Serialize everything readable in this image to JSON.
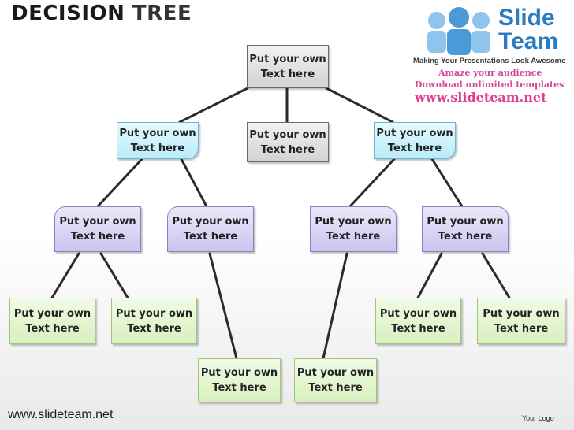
{
  "title": {
    "part1": "DECISION",
    "part2": "TREE"
  },
  "logo": {
    "brand_line1": "Slide",
    "brand_line2": "Team",
    "tagline": "Making Your Presentations Look Awesome",
    "line1": "Amaze your audience",
    "line2": "Download unlimited templates",
    "url": "www.slideteam.net"
  },
  "nodes": {
    "root": "Put your own\nText here",
    "mid_left": "Put your own\nText here",
    "mid_center": "Put your own\nText here",
    "mid_right": "Put your own\nText here",
    "l3_1": "Put your own\nText here",
    "l3_2": "Put your own\nText here",
    "l3_3": "Put your own\nText here",
    "l3_4": "Put your own\nText here",
    "leaf_1": "Put your own\nText here",
    "leaf_2": "Put your own\nText here",
    "leaf_3": "Put your own\nText here",
    "leaf_4": "Put your own\nText here",
    "leaf_5": "Put your own\nText here",
    "leaf_6": "Put your own\nText here"
  },
  "footer": {
    "url": "www.slideteam.net",
    "logo_text": "Your Logo"
  },
  "colors": {
    "gray_node": "#e2e2e2",
    "blue_node": "#c9f1fb",
    "purple_node": "#d9d2f3",
    "green_node": "#e2f5cf",
    "connector": "#2b2b2b",
    "brand_blue": "#2b7cc0",
    "brand_pink": "#e23b93"
  }
}
